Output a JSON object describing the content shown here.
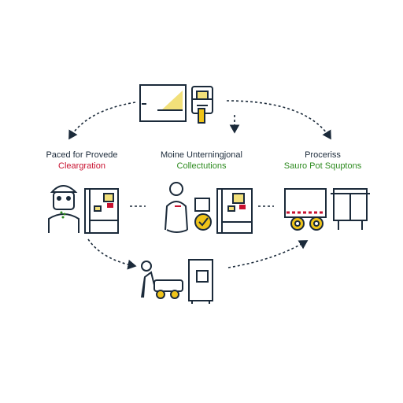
{
  "colors": {
    "stroke": "#1b2a3a",
    "accent_yellow": "#f2e07a",
    "accent_red": "#c8102e",
    "accent_green": "#2e8b20",
    "check_yellow": "#f0c419"
  },
  "stages": {
    "left": {
      "title": "Paced for Provede",
      "subtitle": "Cleargration"
    },
    "mid": {
      "title": "Moine Unterningjonal",
      "subtitle": "Collectutions"
    },
    "right": {
      "title": "Proceriss",
      "subtitle": "Sauro Pot Squptons"
    }
  },
  "icons": {
    "top": [
      "document-icon",
      "shredder-icon"
    ],
    "left": [
      "worker-icon",
      "cabinet-icon"
    ],
    "mid": [
      "person-with-cart-icon",
      "cabinet-icon"
    ],
    "right": [
      "truck-icon",
      "compactor-icon"
    ],
    "bottom": [
      "worker-pushing-cart-icon",
      "kiosk-icon"
    ]
  }
}
